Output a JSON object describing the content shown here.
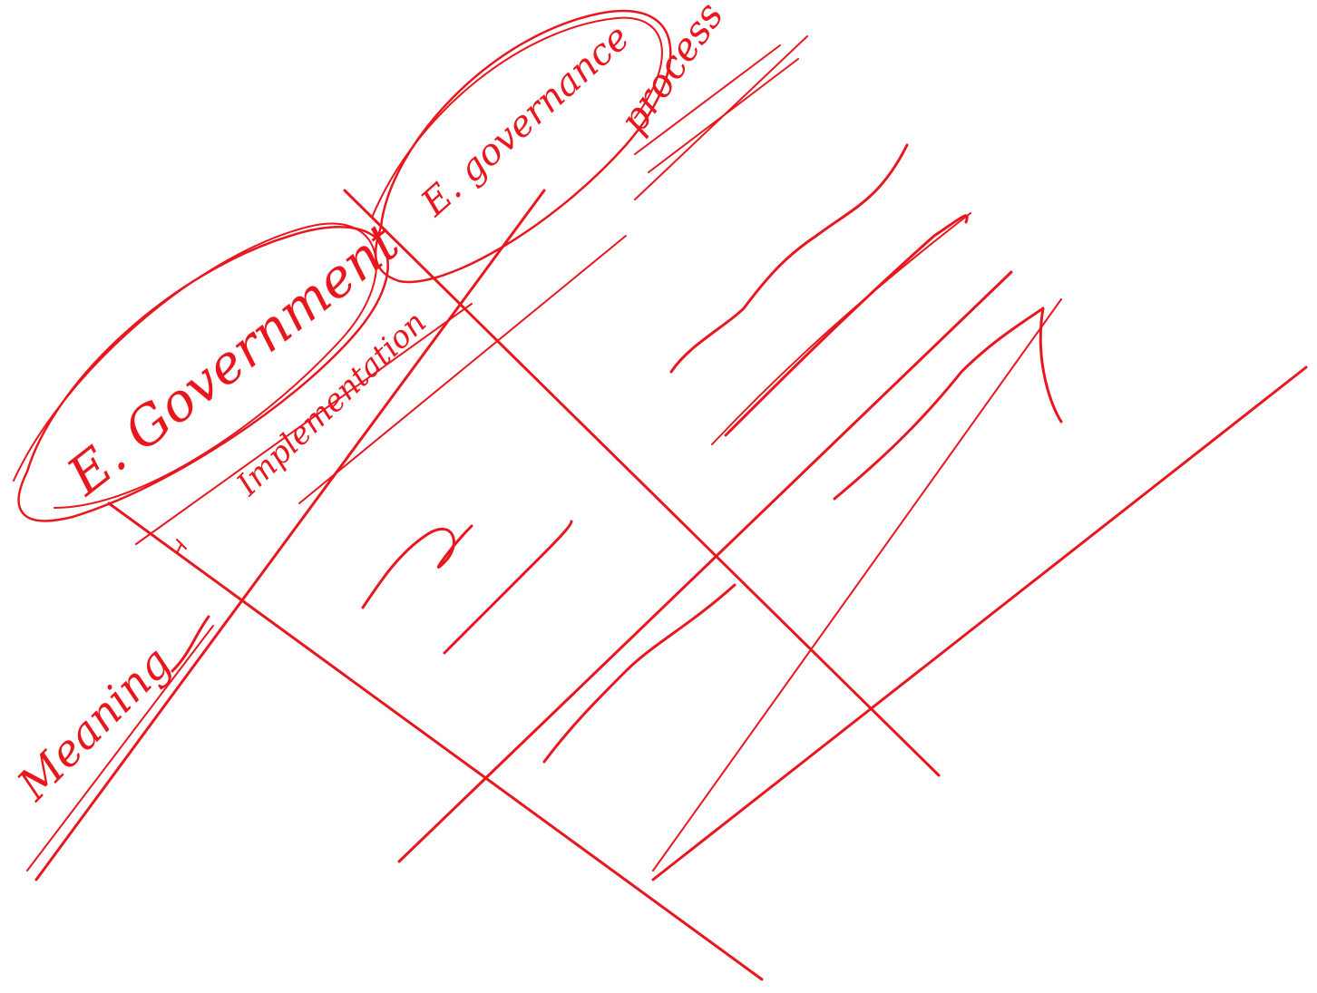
{
  "ink_color": "#e8171e",
  "labels": {
    "e_government": "E. Government",
    "implementation": "Implementation",
    "e_governance": "E. governance",
    "process": "process",
    "meaning": "Meaning"
  }
}
